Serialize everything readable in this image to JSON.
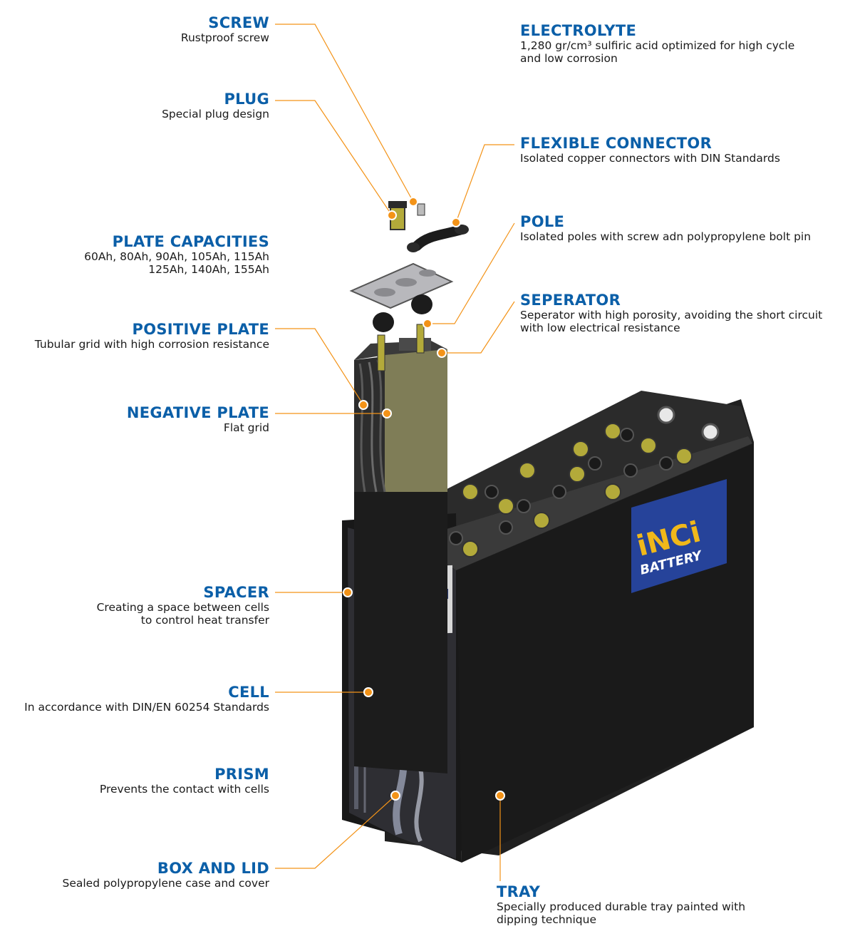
{
  "colors": {
    "title": "#0b5fa8",
    "leader": "#f39318",
    "text": "#1a1a1a",
    "tray": "#1c1c1c",
    "plate": "#7f7d57",
    "logo_bg": "#26439a",
    "logo_text": "#f0b81a"
  },
  "logo": {
    "line1": "iNCi",
    "line2": "BATTERY"
  },
  "labels": {
    "screw": {
      "title": "SCREW",
      "desc": [
        "Rustproof screw"
      ]
    },
    "plug": {
      "title": "PLUG",
      "desc": [
        "Special plug design"
      ]
    },
    "plate_capacities": {
      "title": "PLATE CAPACITIES",
      "desc": [
        "60Ah, 80Ah, 90Ah, 105Ah, 115Ah",
        "125Ah, 140Ah, 155Ah"
      ]
    },
    "positive_plate": {
      "title": "POSITIVE PLATE",
      "desc": [
        "Tubular grid with high corrosion resistance"
      ]
    },
    "negative_plate": {
      "title": "NEGATIVE PLATE",
      "desc": [
        "Flat grid"
      ]
    },
    "spacer": {
      "title": "SPACER",
      "desc": [
        "Creating a space between cells",
        "to control heat transfer"
      ]
    },
    "cell": {
      "title": "CELL",
      "desc": [
        "In accordance with DIN/EN 60254 Standards"
      ]
    },
    "prism": {
      "title": "PRISM",
      "desc": [
        "Prevents the contact with cells"
      ]
    },
    "box_and_lid": {
      "title": "BOX AND LID",
      "desc": [
        "Sealed polypropylene case and cover"
      ]
    },
    "electrolyte": {
      "title": "ELECTROLYTE",
      "desc": [
        "1,280 gr/cm³ sulfiric acid optimized for high cycle",
        "and low corrosion"
      ]
    },
    "flexible_connector": {
      "title": "FLEXIBLE CONNECTOR",
      "desc": [
        "Isolated copper connectors with DIN Standards"
      ]
    },
    "pole": {
      "title": "POLE",
      "desc": [
        "Isolated poles with screw adn polypropylene bolt pin"
      ]
    },
    "seperator": {
      "title": "SEPERATOR",
      "desc": [
        "Seperator with high porosity, avoiding the short circuit",
        "with low electrical resistance"
      ]
    },
    "tray": {
      "title": "TRAY",
      "desc": [
        "Specially produced durable tray painted with",
        "dipping technique"
      ]
    }
  }
}
